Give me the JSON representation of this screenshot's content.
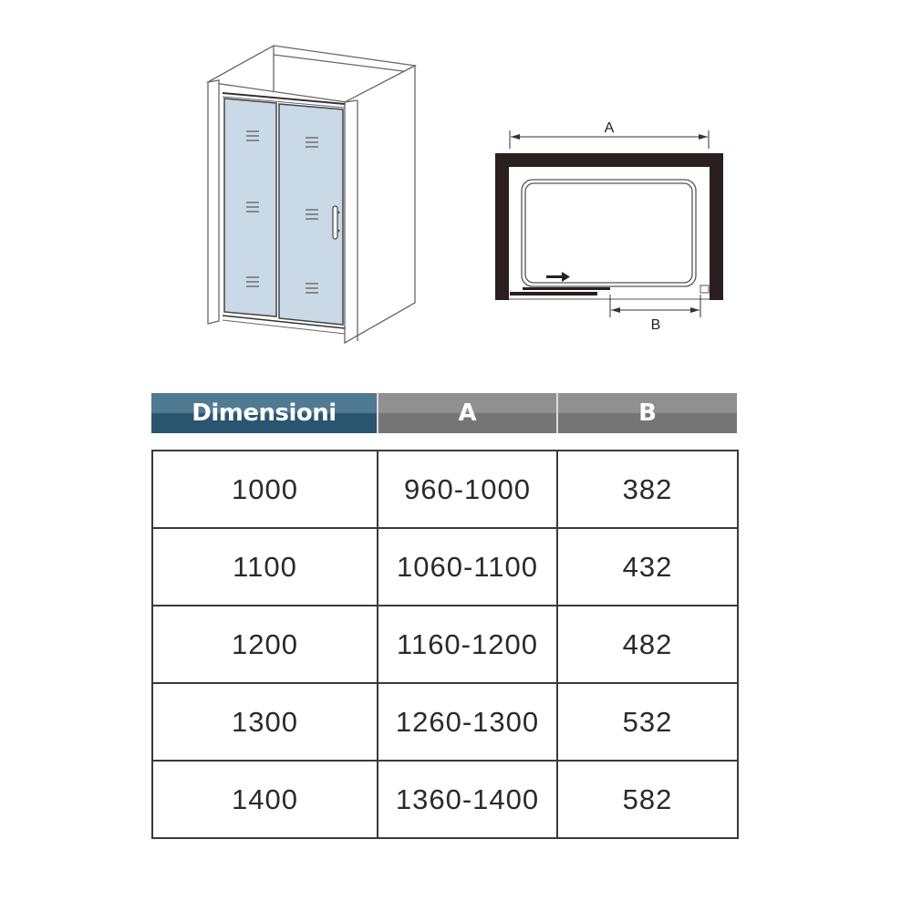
{
  "illustration": {
    "perspective_view": "sliding-shower-door-perspective",
    "plan_view": {
      "dimension_a_label": "A",
      "dimension_b_label": "B",
      "direction": "arrow-right"
    }
  },
  "table": {
    "headers": [
      "Dimensioni",
      "A",
      "B"
    ],
    "header_colors": {
      "first": "#2a5570",
      "others": "#757575"
    },
    "rows": [
      [
        "1000",
        "960-1000",
        "382"
      ],
      [
        "1100",
        "1060-1100",
        "432"
      ],
      [
        "1200",
        "1160-1200",
        "482"
      ],
      [
        "1300",
        "1260-1300",
        "532"
      ],
      [
        "1400",
        "1360-1400",
        "582"
      ]
    ]
  }
}
